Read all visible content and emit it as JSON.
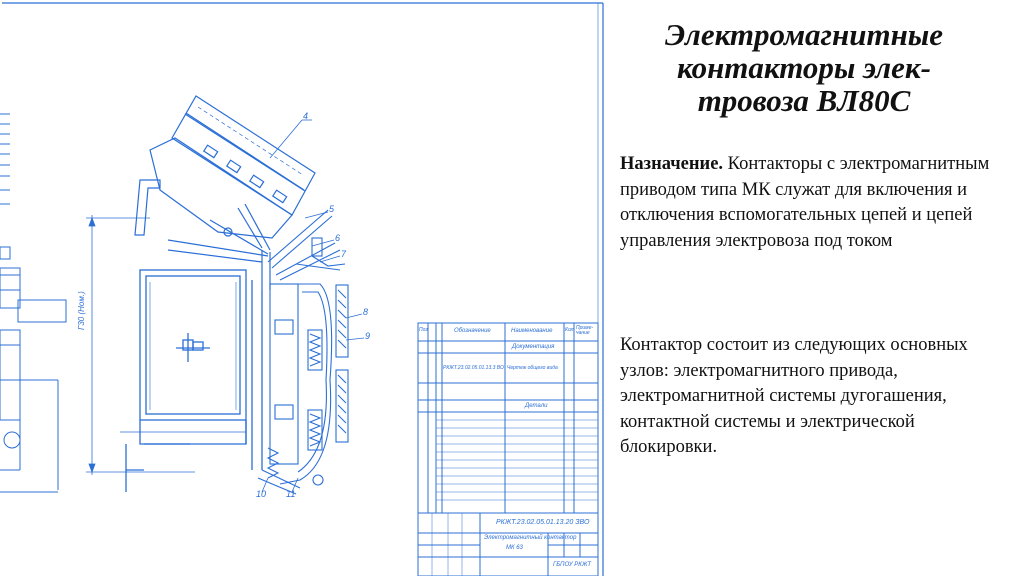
{
  "slide": {
    "title_lines": [
      "Электромагнитные",
      "контакторы элек-",
      "тровоза ВЛ80С"
    ],
    "purpose_label": "Назначение.",
    "purpose_text": " Контакторы с электромагнитным приводом типа МК служат для включения и отключения вспомогательных цепей и цепей управления электровоза под током",
    "composition_text": "Контактор состоит из следующих основных узлов: электромагнитного привода, электромагнитной системы дугогашения, контактной системы и электрической блокировки."
  },
  "drawing": {
    "stroke_color": "#2b6fd6",
    "dimension_label": "Г30 (Ном.)",
    "callouts": [
      "4",
      "5",
      "6",
      "7",
      "8",
      "9",
      "10",
      "11"
    ],
    "title_block": {
      "header": [
        "Поз",
        "Обозначение",
        "Наименование",
        "Кол.",
        "Приме-чание"
      ],
      "section_documentation": "Документация",
      "doc_row": "РКЖТ.23.02.05.01.13.3 ВО",
      "doc_row_name": "Чертеж общего вида",
      "section_details": "Детали",
      "drawing_number": "РКЖТ.23.02.05.01.13.20 ЗВО",
      "drawing_name_1": "Электромагнитный контактор",
      "drawing_name_2": "МК 63",
      "organization": "ГБПОУ РКЖТ"
    }
  }
}
